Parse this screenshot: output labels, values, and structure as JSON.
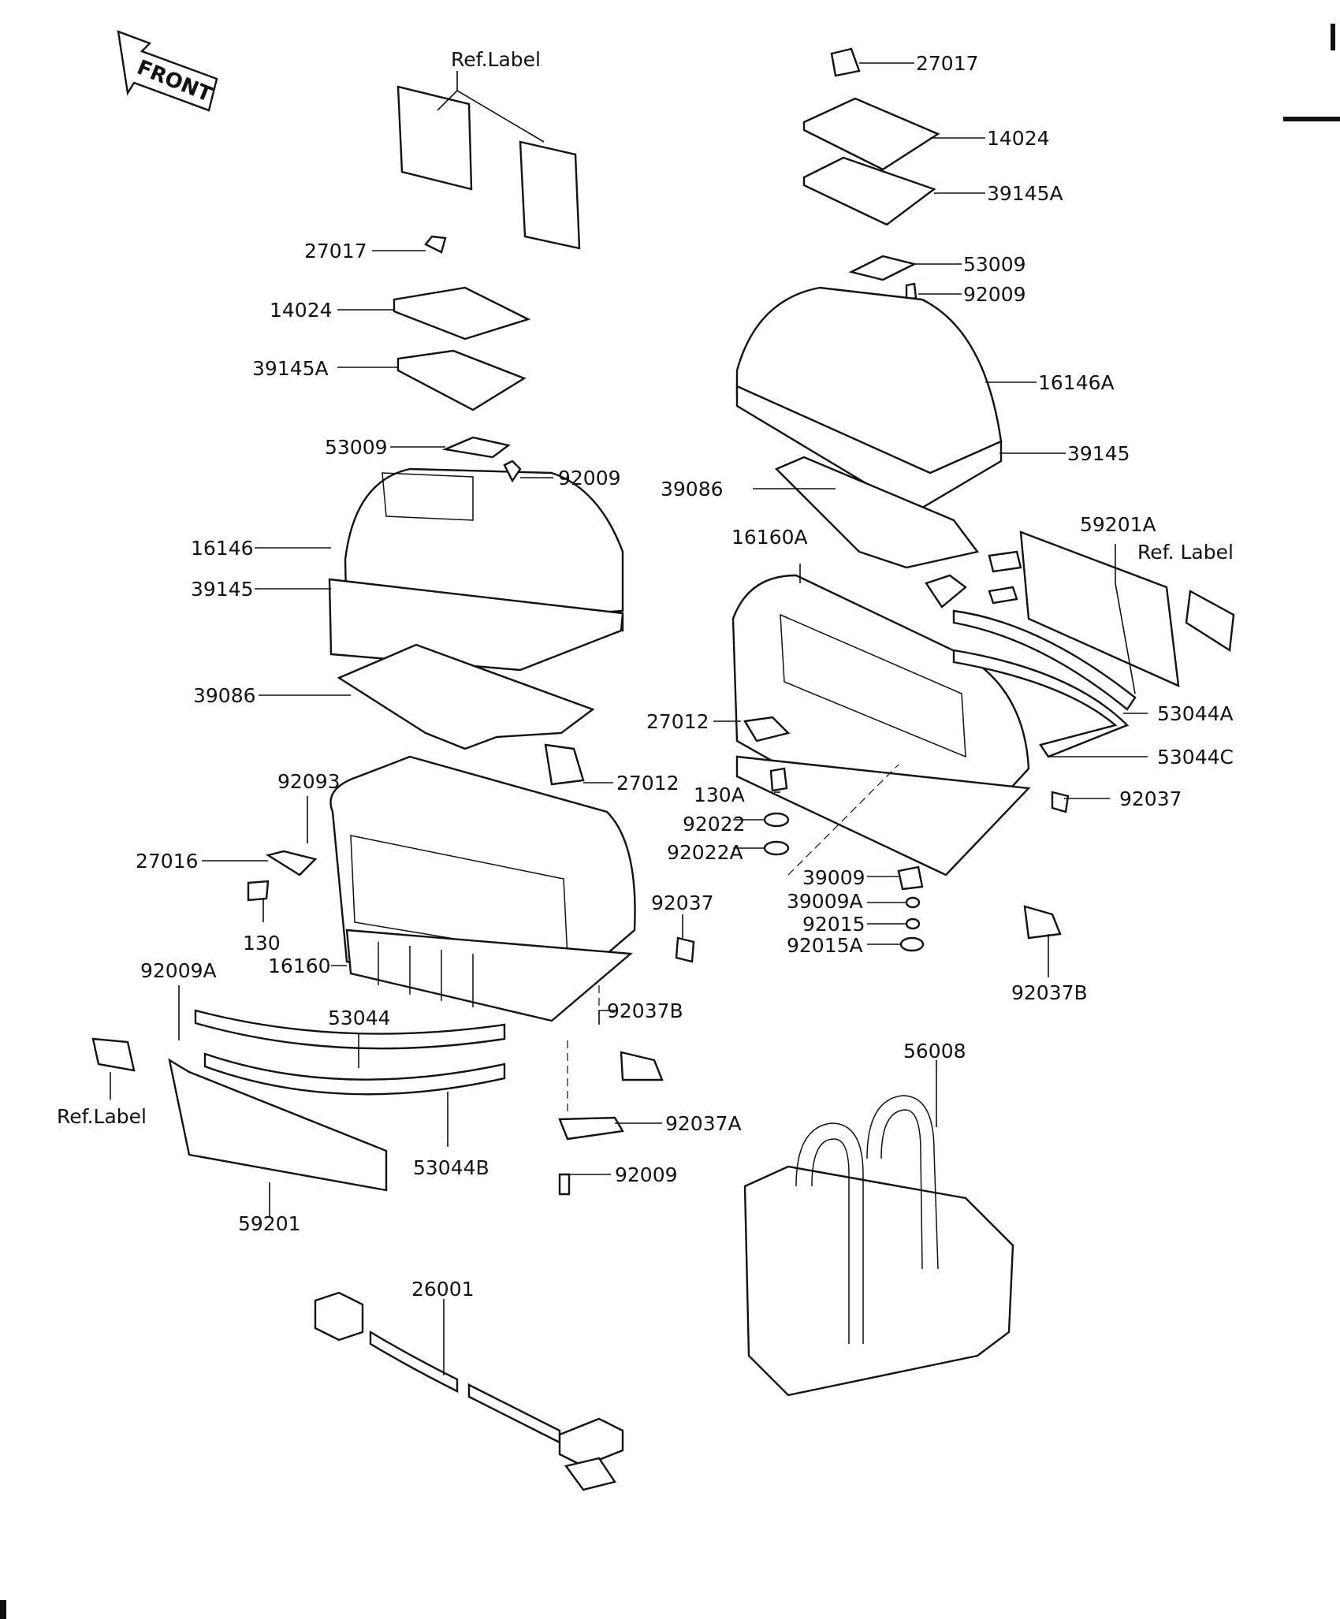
{
  "diagram": {
    "front_arrow": "FRONT",
    "labels": {
      "ref_label_top": "Ref.Label",
      "p27017_right": "27017",
      "p14024_right": "14024",
      "p39145a_right": "39145A",
      "p53009_right": "53009",
      "p92009_right": "92009",
      "p16146a": "16146A",
      "p39145_right": "39145",
      "p39086_right": "39086",
      "p59201a": "59201A",
      "ref_label_right": "Ref. Label",
      "p16160a": "16160A",
      "p53044a": "53044A",
      "p53044c": "53044C",
      "p92037_right": "92037",
      "p27012_right": "27012",
      "p130a": "130A",
      "p92022": "92022",
      "p92022a": "92022A",
      "p39009": "39009",
      "p39009a": "39009A",
      "p92015": "92015",
      "p92015a": "92015A",
      "p92037b_right": "92037B",
      "p27017_left": "27017",
      "p14024_left": "14024",
      "p39145a_left": "39145A",
      "p53009_left": "53009",
      "p92009_left": "92009",
      "p16146": "16146",
      "p39145_left": "39145",
      "p39086_left": "39086",
      "p92093": "92093",
      "p27012_left": "27012",
      "p27016": "27016",
      "p130": "130",
      "p16160": "16160",
      "p92037_left": "92037",
      "p92009a": "92009A",
      "p53044": "53044",
      "p92037b_left": "92037B",
      "ref_label_left": "Ref.Label",
      "p53044b": "53044B",
      "p59201": "59201",
      "p92037a": "92037A",
      "p92009_bottom": "92009",
      "p56008": "56008",
      "p26001": "26001"
    }
  }
}
